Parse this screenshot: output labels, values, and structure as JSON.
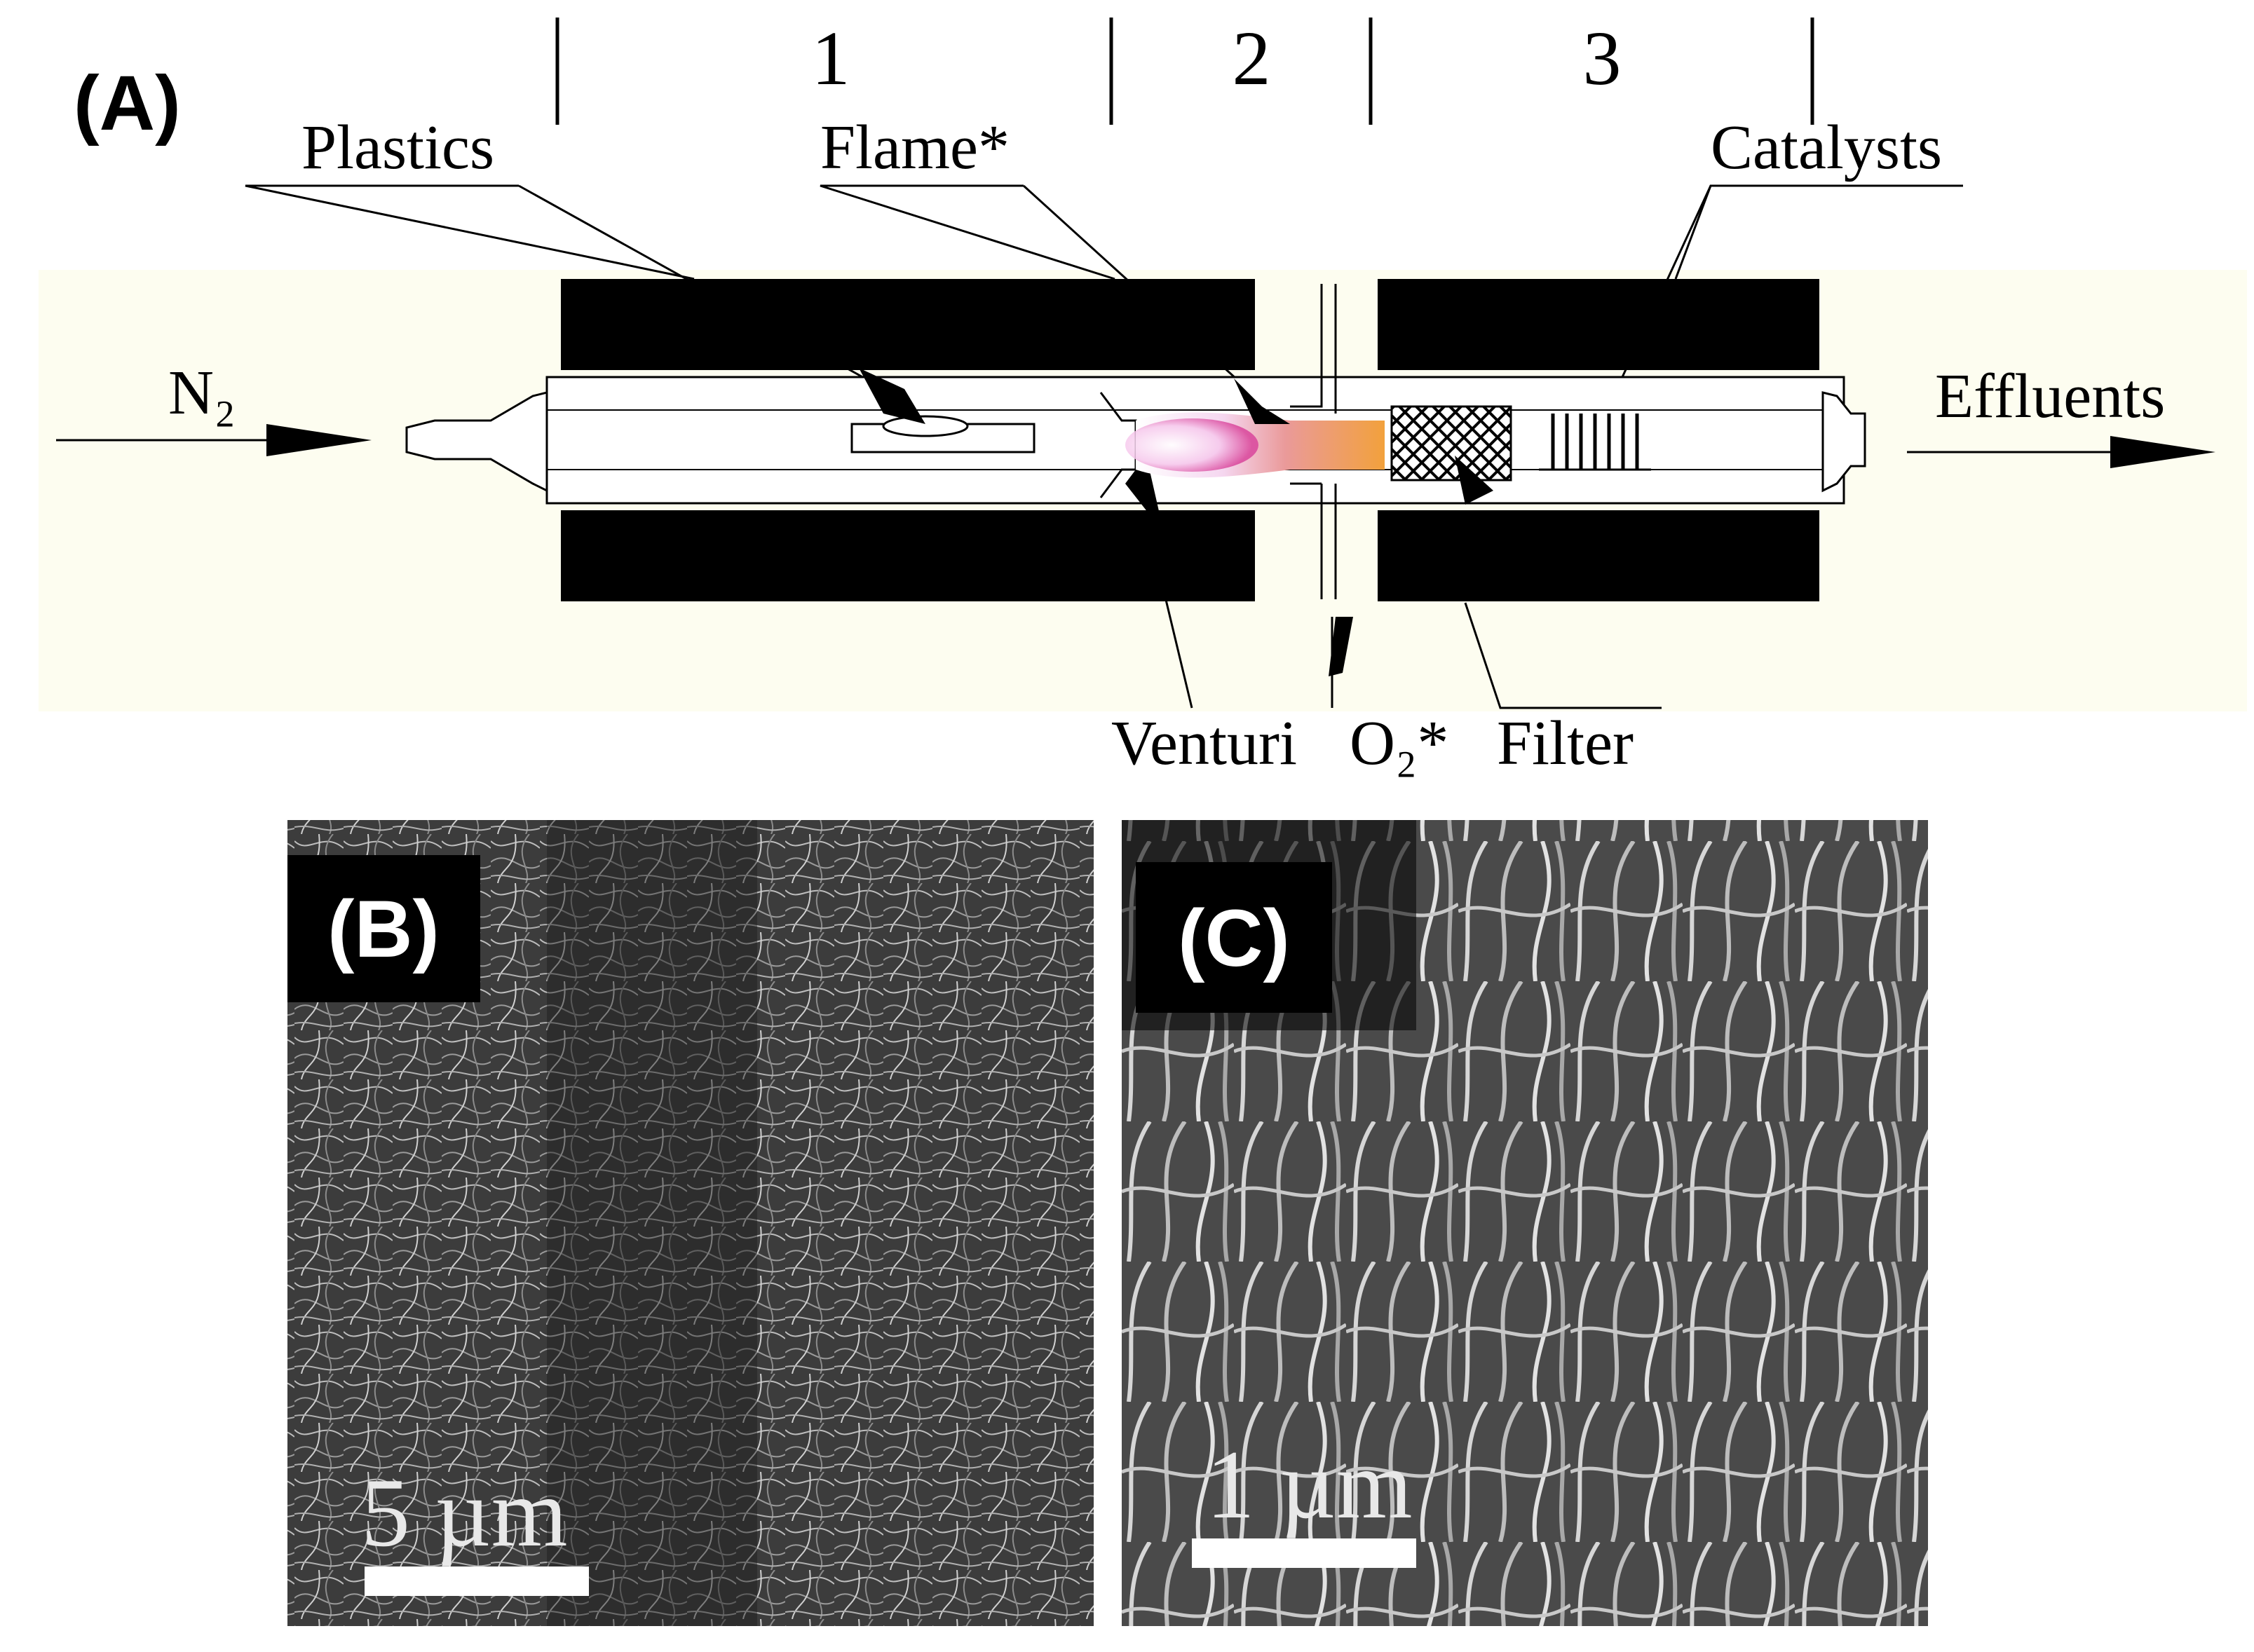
{
  "panel_a": {
    "label": "(A)",
    "zones": [
      "1",
      "2",
      "3"
    ],
    "labels": {
      "plastics": "Plastics",
      "flame": "Flame*",
      "catalysts": "Catalysts",
      "n2": "N₂",
      "effluents": "Effluents",
      "venturi": "Venturi",
      "o2": "O₂*",
      "filter": "Filter"
    }
  },
  "panel_b": {
    "label": "(B)",
    "scale_text": "5 µm"
  },
  "panel_c": {
    "label": "(C)",
    "scale_text": "1 µm"
  },
  "colors": {
    "diagram_background": "#fdfdf0",
    "heater_block": "#000000",
    "flame_core": "#ffffff",
    "flame_edge": "#e98ad0",
    "flame_tail": "#f0a040"
  }
}
